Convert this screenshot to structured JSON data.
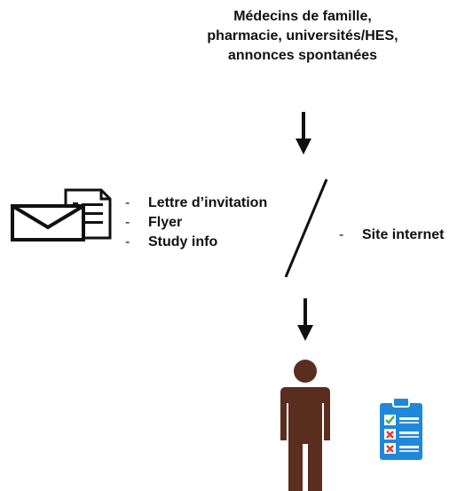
{
  "source": {
    "lines": [
      "Médecins de famille,",
      "pharmacie, universités/HES,",
      "annonces spontanées"
    ]
  },
  "channels_left": {
    "items": [
      {
        "dash": "-",
        "label": "Lettre d’invitation"
      },
      {
        "dash": "-",
        "label": "Flyer"
      },
      {
        "dash": "-",
        "label": "Study info"
      }
    ],
    "icon": "mail-document-icon"
  },
  "channels_right": {
    "dash": "-",
    "label": "Site internet"
  },
  "icons": {
    "person": "person-icon",
    "questionnaire": "clipboard-checklist-icon",
    "arrow": "arrow-down-icon"
  },
  "colors": {
    "person": "#5a2e1f",
    "clipboard": "#1f88d8",
    "check": "#4caf50",
    "cross": "#e53935"
  }
}
